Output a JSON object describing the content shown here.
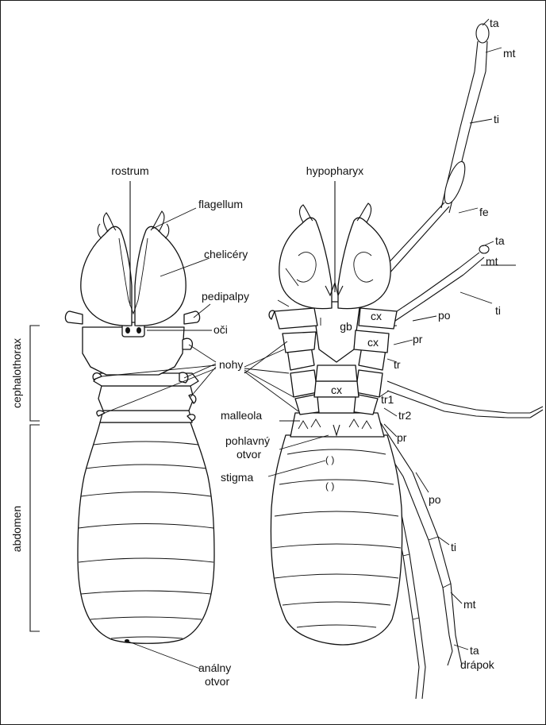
{
  "labels": {
    "rostrum": "rostrum",
    "flagellum": "flagellum",
    "chelicery": "chelicéry",
    "pedipalpy": "pedipalpy",
    "oci": "oči",
    "nohy": "nohy",
    "cephalothorax": "cephalothorax",
    "abdomen": "abdomen",
    "analny_1": "análny",
    "analny_2": "otvor",
    "hypopharyx": "hypopharyx",
    "gb": "gb",
    "cx_top": "cx",
    "cx_mid": "cx",
    "cx_low": "cx",
    "tr": "tr",
    "pr_upper": "pr",
    "tr1": "tr1",
    "tr2": "tr2",
    "pr_lower": "pr",
    "malleola": "malleola",
    "pohlavny_1": "pohlavný",
    "pohlavny_2": "otvor",
    "stigma": "stigma",
    "ta_top": "ta",
    "mt_top": "mt",
    "ti_top": "ti",
    "fe": "fe",
    "ta_mid": "ta",
    "mt_mid": "mt",
    "ti_mid": "ti",
    "po_mid": "po",
    "po_low": "po",
    "ti_low": "ti",
    "mt_low": "mt",
    "ta_low": "ta",
    "drapok": "drápok"
  }
}
